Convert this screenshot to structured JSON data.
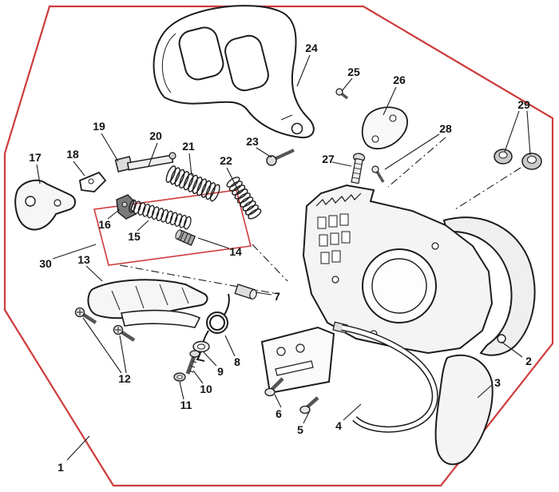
{
  "diagram": {
    "kind": "exploded-parts-diagram",
    "colors": {
      "outline_red": "#cf3b3b",
      "line_black": "#1c1c1c"
    },
    "part_labels": [
      "1",
      "2",
      "3",
      "4",
      "5",
      "6",
      "7",
      "8",
      "9",
      "10",
      "11",
      "12",
      "13",
      "14",
      "15",
      "16",
      "17",
      "18",
      "19",
      "20",
      "21",
      "22",
      "23",
      "24",
      "25",
      "26",
      "27",
      "28",
      "29",
      "30"
    ]
  }
}
